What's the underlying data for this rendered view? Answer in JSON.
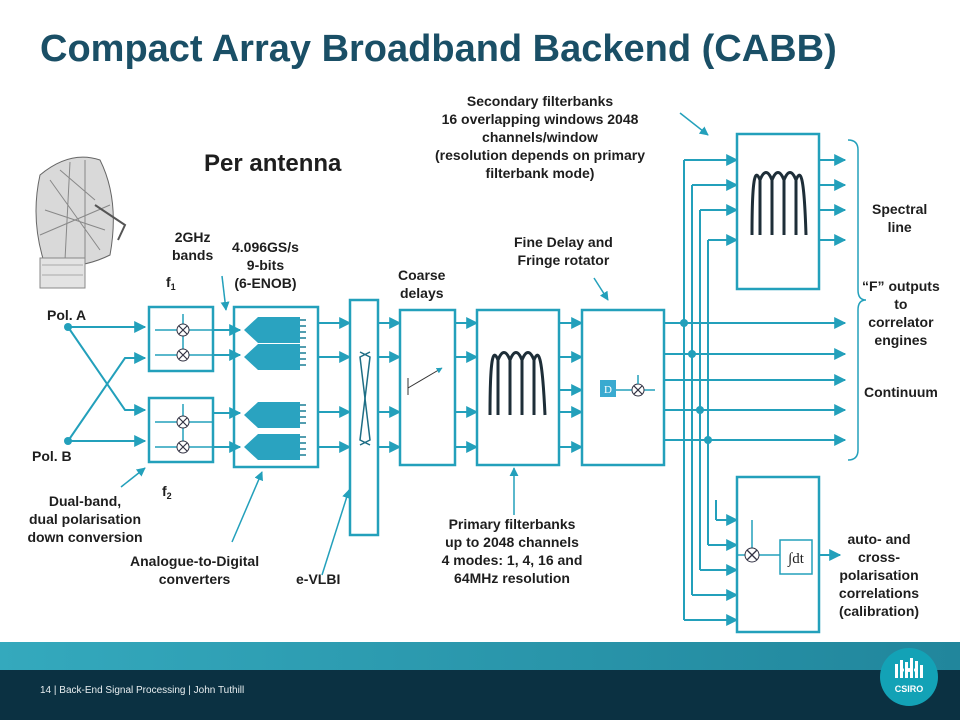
{
  "title": "Compact Array Broadband Backend (CABB)",
  "per_antenna": "Per antenna",
  "labels": {
    "secondary_fb": [
      "Secondary filterbanks",
      "16 overlapping windows 2048",
      "channels/window",
      "(resolution depends on primary",
      "filterbank mode)"
    ],
    "ghz_bands": [
      "2GHz",
      "bands"
    ],
    "adc_spec": [
      "4.096GS/s",
      "9-bits",
      "(6-ENOB)"
    ],
    "coarse_delays": [
      "Coarse",
      "delays"
    ],
    "fine_delay": [
      "Fine Delay and",
      "Fringe rotator"
    ],
    "spectral_line": [
      "Spectral",
      "line"
    ],
    "f_outputs": [
      "“F” outputs",
      "to",
      "correlator",
      "engines"
    ],
    "continuum": "Continuum",
    "pol_a": "Pol. A",
    "pol_b": "Pol. B",
    "f1": "f",
    "f1_sub": "1",
    "f2": "f",
    "f2_sub": "2",
    "dual_band": [
      "Dual-band,",
      "dual polarisation",
      "down conversion"
    ],
    "adc": [
      "Analogue-to-Digital",
      "converters"
    ],
    "evlbi": "e-VLBI",
    "primary_fb": [
      "Primary filterbanks",
      "up to 2048 channels",
      "4 modes: 1, 4,  16 and",
      "64MHz resolution"
    ],
    "auto_cross": [
      "auto- and",
      "cross-",
      "polarisation",
      "correlations",
      "(calibration)"
    ],
    "delay_box": "D"
  },
  "footer": {
    "page": "14",
    "sep": "|",
    "section": "Back-End Signal Processing",
    "author": "John Tuthill"
  },
  "logo_text": "CSIRO",
  "colors": {
    "accent": "#23a0bb",
    "title": "#1a4f66",
    "footer": "#0b3142"
  }
}
